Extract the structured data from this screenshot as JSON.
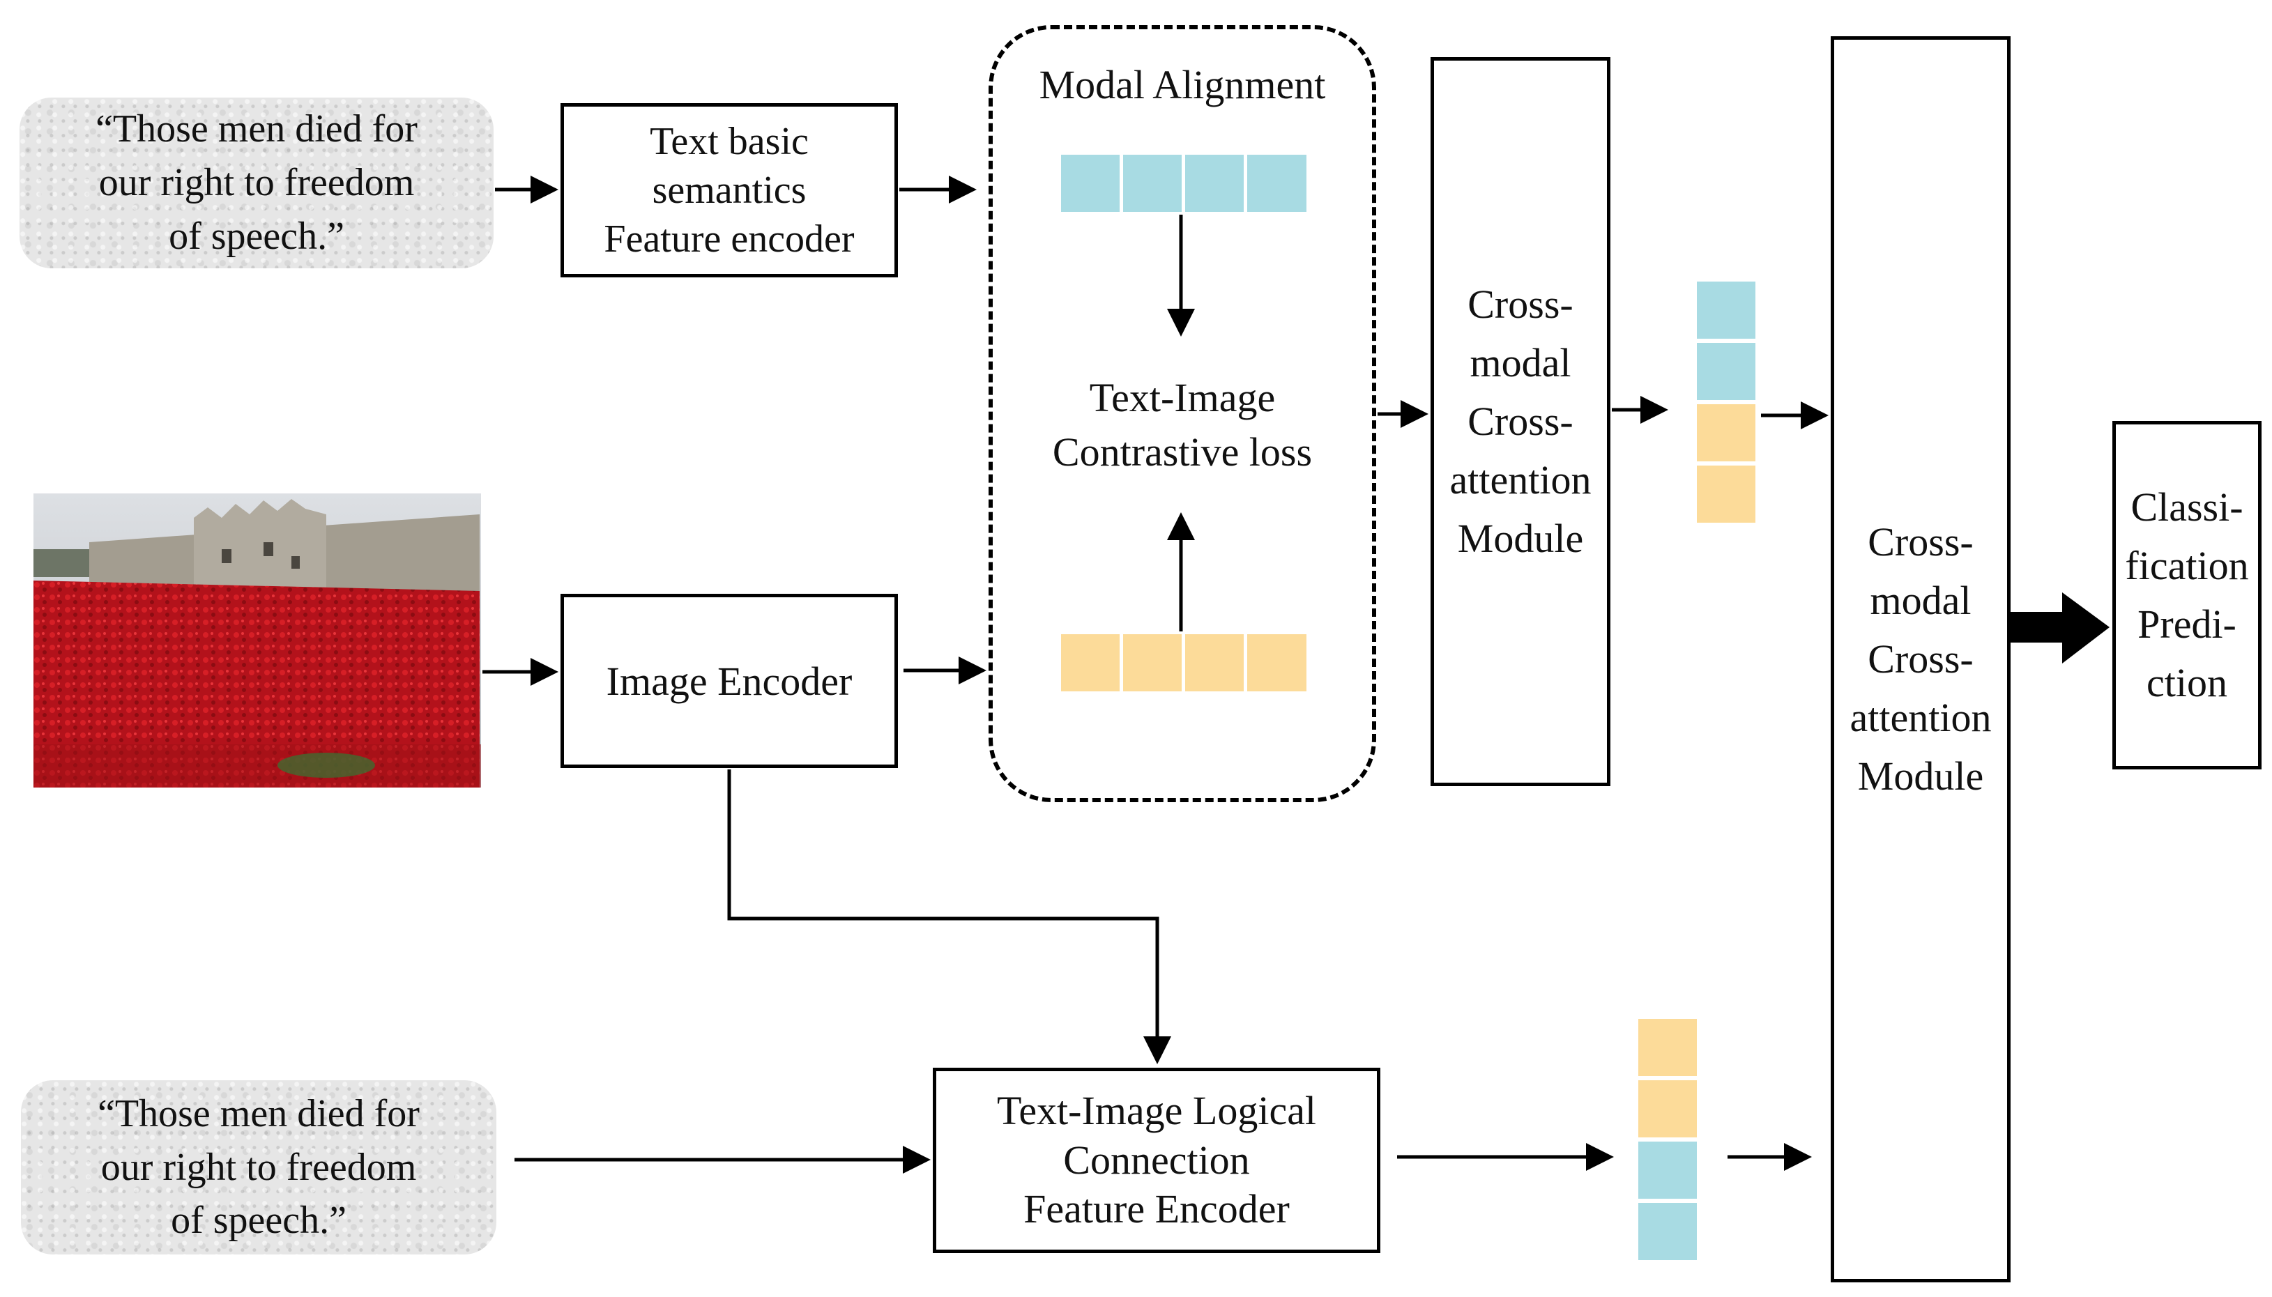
{
  "quote_top": "“Those men died for\nour right to freedom\nof speech.”",
  "quote_bottom": "“Those men died for\nour right to freedom\nof speech.”",
  "text_encoder": "Text basic\nsemantics\nFeature encoder",
  "image_encoder": "Image Encoder",
  "modal_alignment": {
    "title": "Modal Alignment",
    "loss": "Text-Image\nContrastive loss"
  },
  "cross_attention_1": "Cross-\nmodal\nCross-\nattention\nModule",
  "cross_attention_2": "Cross-\nmodal\nCross-\nattention\nModule",
  "logical_encoder": "Text-Image Logical\nConnection\nFeature Encoder",
  "classification": "Classi-\nfication\nPredi-\nction",
  "colors": {
    "text_feature": "#a8dbe3",
    "image_feature": "#fcdb99",
    "photo_field": "#b8141c",
    "photo_sky": "#c9ccd0",
    "photo_wall": "#a8a296"
  }
}
